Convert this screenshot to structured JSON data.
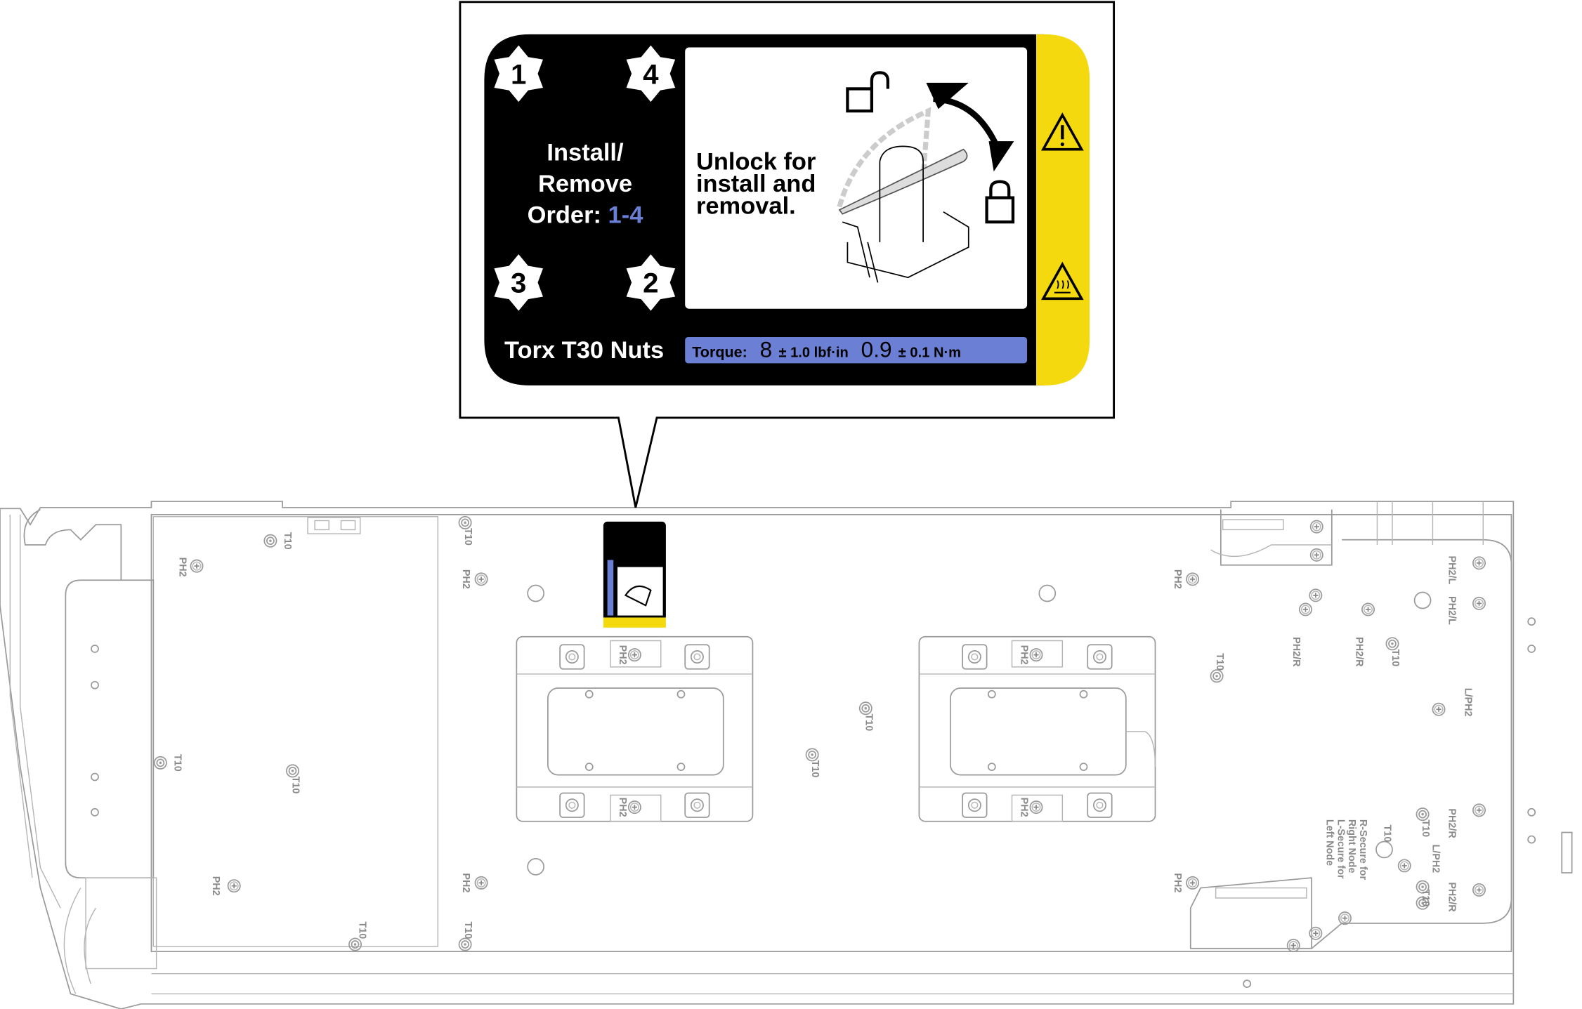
{
  "label": {
    "order_line1": "Install/",
    "order_line2": "Remove",
    "order_prefix": "Order: ",
    "order_range": "1-4",
    "star_numbers": [
      "1",
      "4",
      "3",
      "2"
    ],
    "unlock_line1": "Unlock for",
    "unlock_line2": "install and",
    "unlock_line3": "removal.",
    "nut_type": "Torx T30 Nuts",
    "torque_label": "Torque:",
    "torque_imperial_value": "8",
    "torque_imperial_tol": "± 1.0 lbf·in",
    "torque_metric_value": "0.9",
    "torque_metric_tol": "± 0.1 N·m",
    "warning_icon": "warning-triangle-icon",
    "hot_surface_icon": "hot-surface-icon",
    "colors": {
      "black": "#000000",
      "accent_blue": "#6b7fd4",
      "yellow": "#f5d90f"
    }
  },
  "board": {
    "ph2": "PH2",
    "t10": "T10",
    "ph2_l": "PH2/L",
    "ph2_r": "PH2/R",
    "l_ph2": "L/PH2",
    "secure_note": [
      "R-Secure for",
      "Right Node",
      "L-Secure for",
      "Left Node"
    ]
  }
}
